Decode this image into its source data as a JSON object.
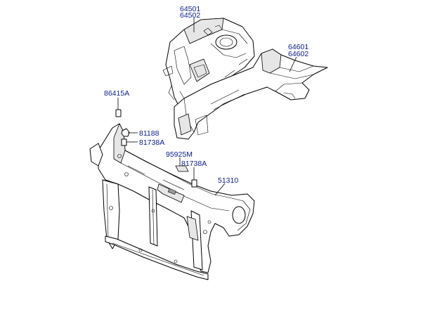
{
  "labels": [
    {
      "id": "p64501",
      "text": "64501"
    },
    {
      "id": "p64502",
      "text": "64502"
    },
    {
      "id": "p64601",
      "text": "64601"
    },
    {
      "id": "p64602",
      "text": "64602"
    },
    {
      "id": "p86415A",
      "text": "86415A"
    },
    {
      "id": "p81188",
      "text": "81188"
    },
    {
      "id": "p81738A_1",
      "text": "81738A"
    },
    {
      "id": "p95925M",
      "text": "95925M"
    },
    {
      "id": "p81738A_2",
      "text": "81738A"
    },
    {
      "id": "p51310",
      "text": "51310"
    }
  ]
}
